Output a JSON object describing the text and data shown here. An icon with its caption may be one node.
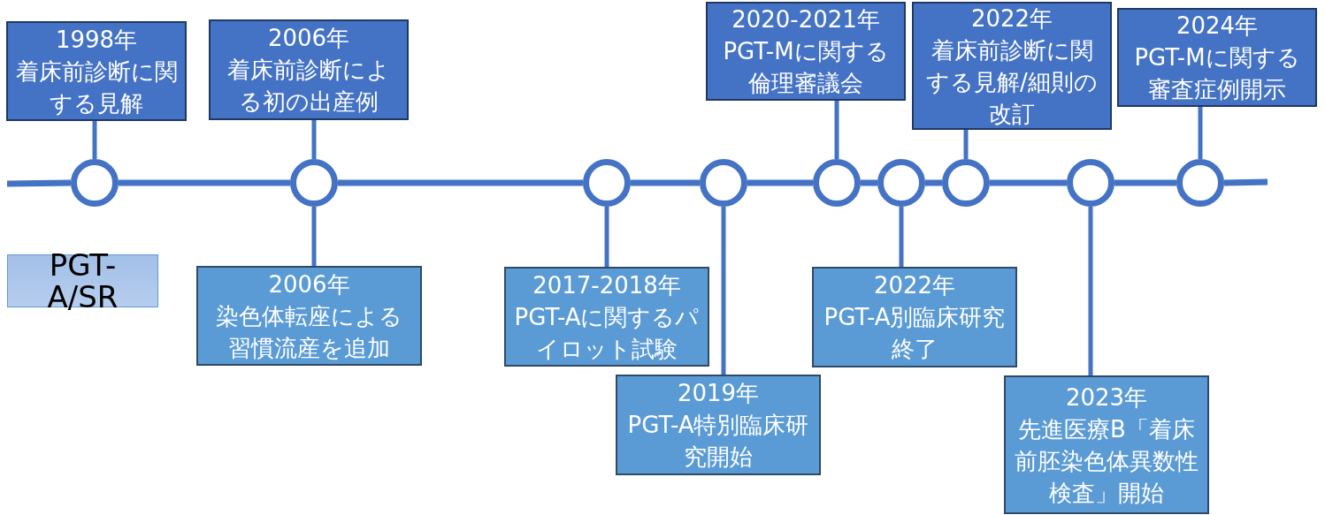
{
  "diagram": {
    "nodes": [
      {
        "text": [
          "1998年",
          "着床前診断に関する見解"
        ]
      },
      {
        "text": [
          "2006年",
          "着床前診断による初の出産例"
        ]
      },
      {
        "text": [
          "2020-2021年",
          "PGT-Mに関する倫理審議会"
        ]
      },
      {
        "text": [
          "2022年",
          "着床前診断に関する見解/細則の改訂"
        ]
      },
      {
        "text": [
          "2024年",
          "PGT-Mに関する審査症例開示"
        ]
      },
      {
        "text": [],
        "shape": "circle"
      },
      {
        "text": [],
        "shape": "circle"
      },
      {
        "text": [],
        "shape": "circle"
      },
      {
        "text": [],
        "shape": "circle"
      },
      {
        "text": [],
        "shape": "circle"
      },
      {
        "text": [],
        "shape": "circle"
      },
      {
        "text": [],
        "shape": "circle"
      },
      {
        "text": [],
        "shape": "circle"
      },
      {
        "text": [],
        "shape": "circle"
      },
      {
        "text": [
          "PGT-A/SR"
        ]
      },
      {
        "text": [
          "2006年",
          "染色体転座による習慣流産を追加"
        ]
      },
      {
        "text": [
          "2017-2018年",
          "PGT-Aに関するパイロット試験"
        ]
      },
      {
        "text": [
          "2019年",
          "PGT-A特別臨床研究開始"
        ]
      },
      {
        "text": [
          "2022年",
          "PGT-A別臨床研究終了"
        ]
      },
      {
        "text": [
          "2023年",
          "先進医療B「着床前胚染色体異数性検査」開始"
        ]
      }
    ],
    "edges": [
      {
        "from": 5,
        "to": 6,
        "arrow": "none"
      },
      {
        "from": 6,
        "to": 7,
        "arrow": "none"
      },
      {
        "from": 7,
        "to": 8,
        "arrow": "none"
      },
      {
        "from": 8,
        "to": 9,
        "arrow": "none"
      },
      {
        "from": 9,
        "to": 10,
        "arrow": "none"
      },
      {
        "from": 10,
        "to": 11,
        "arrow": "none"
      },
      {
        "from": 11,
        "to": 12,
        "arrow": "none"
      },
      {
        "from": 12,
        "to": 13,
        "arrow": "none"
      },
      {
        "from": 0,
        "to": 5,
        "arrow": "none"
      },
      {
        "from": 1,
        "to": 6,
        "arrow": "none"
      },
      {
        "from": 2,
        "to": 9,
        "arrow": "none"
      },
      {
        "from": 3,
        "to": 11,
        "arrow": "none"
      },
      {
        "from": 4,
        "to": 13,
        "arrow": "none"
      },
      {
        "from": 15,
        "to": 6,
        "arrow": "none"
      },
      {
        "from": 16,
        "to": 7,
        "arrow": "none"
      },
      {
        "from": 17,
        "to": 8,
        "arrow": "none"
      },
      {
        "from": 18,
        "to": 10,
        "arrow": "none"
      },
      {
        "from": 19,
        "to": 12,
        "arrow": "none"
      }
    ]
  }
}
